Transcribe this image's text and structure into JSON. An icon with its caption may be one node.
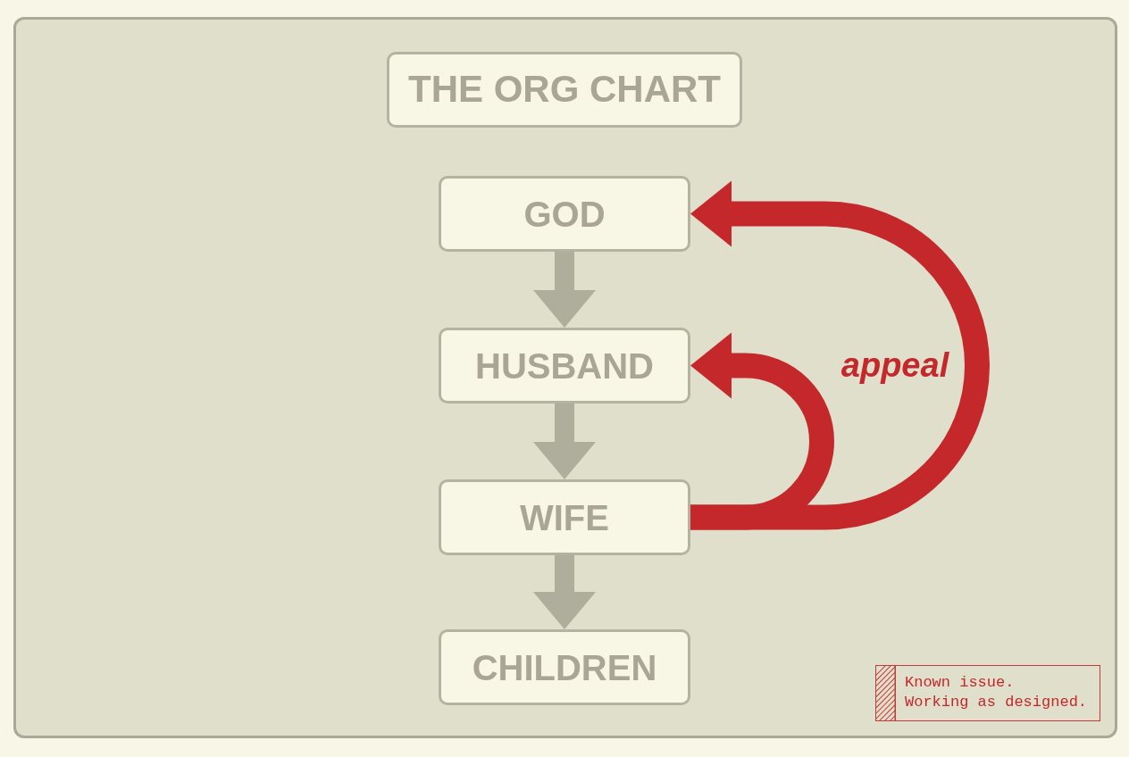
{
  "diagram": {
    "title": "THE ORG CHART",
    "nodes": [
      {
        "text": [
          "GOD"
        ]
      },
      {
        "text": [
          "HUSBAND"
        ]
      },
      {
        "text": [
          "WIFE"
        ]
      },
      {
        "text": [
          "CHILDREN"
        ]
      },
      {
        "text": [
          "Known issue.",
          "Working as designed."
        ]
      }
    ],
    "edges": [
      {
        "from": 0,
        "to": 1,
        "arrow": "to"
      },
      {
        "from": 1,
        "to": 2,
        "arrow": "to"
      },
      {
        "from": 2,
        "to": 3,
        "arrow": "to"
      },
      {
        "from": 2,
        "to": 1,
        "arrow": "to",
        "color": "#c4282a"
      },
      {
        "from": 2,
        "to": 0,
        "arrow": "to",
        "color": "#c4282a",
        "label": "appeal"
      }
    ]
  }
}
